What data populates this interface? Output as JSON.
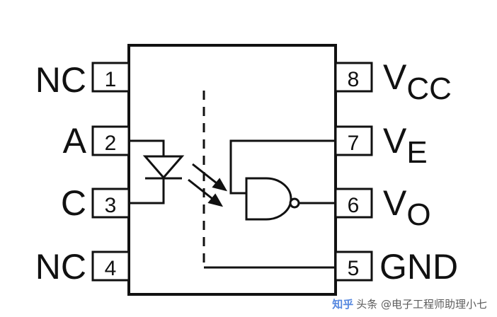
{
  "pins": [
    {
      "number": "1",
      "name": "NC",
      "sub": ""
    },
    {
      "number": "2",
      "name": "A",
      "sub": ""
    },
    {
      "number": "3",
      "name": "C",
      "sub": ""
    },
    {
      "number": "4",
      "name": "NC",
      "sub": ""
    },
    {
      "number": "5",
      "name": "GND",
      "sub": ""
    },
    {
      "number": "6",
      "name": "V",
      "sub": "O"
    },
    {
      "number": "7",
      "name": "V",
      "sub": "E"
    },
    {
      "number": "8",
      "name": "V",
      "sub": "CC"
    }
  ],
  "watermark": {
    "logo": "知乎",
    "text": "头条 @电子工程师助理小七"
  },
  "colors": {
    "line": "#111111",
    "background": "#ffffff"
  }
}
